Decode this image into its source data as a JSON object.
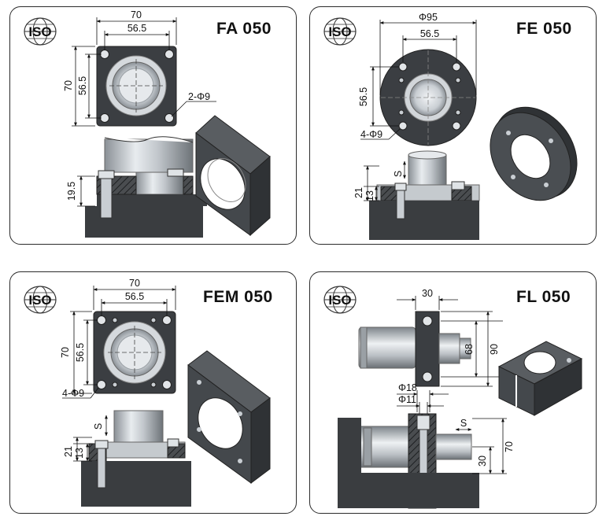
{
  "logo_text": "ISO",
  "panels": [
    {
      "title": "FA 050",
      "dims": {
        "overall_width": "70",
        "bolt_spacing_x": "56.5",
        "overall_height": "70",
        "bolt_spacing_y": "56.5",
        "holes": "2-Φ9",
        "height": "19.5"
      }
    },
    {
      "title": "FE 050",
      "dims": {
        "diameter": "Φ95",
        "bolt_spacing_x": "56.5",
        "bolt_spacing_y": "56.5",
        "holes": "4-Φ9",
        "stroke": "S",
        "height_total": "21",
        "height_flange": "13"
      }
    },
    {
      "title": "FEM 050",
      "dims": {
        "overall_width": "70",
        "bolt_spacing_x": "56.5",
        "overall_height": "70",
        "bolt_spacing_y": "56.5",
        "holes": "4-Φ9",
        "stroke": "S",
        "height_total": "21",
        "height_flange": "13"
      }
    },
    {
      "title": "FL 050",
      "dims": {
        "width": "30",
        "inner_height": "68",
        "outer_height": "90",
        "counterbore": "Φ18",
        "hole": "Φ11",
        "stroke": "S",
        "total_height": "70",
        "center_height": "30"
      }
    }
  ],
  "colors": {
    "border": "#2b2b2b",
    "dark_metal": "#3a3d40",
    "light_metal": "#c7ccd1",
    "hatch": "#555555"
  }
}
